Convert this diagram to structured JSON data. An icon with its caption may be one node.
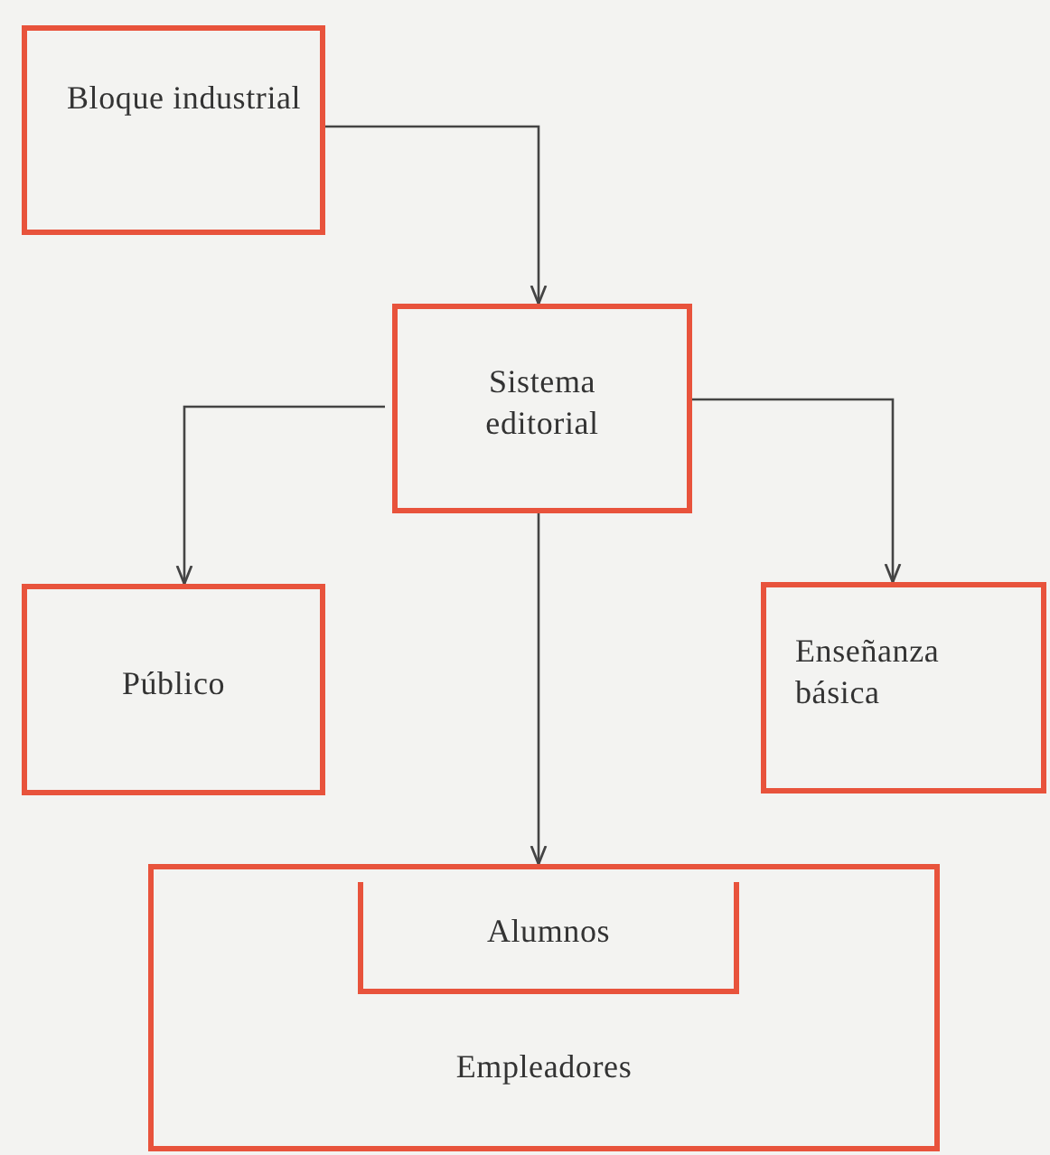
{
  "diagram": {
    "nodes": [
      {
        "text": [
          "Bloque industrial"
        ]
      },
      {
        "text": [
          "Sistema editorial"
        ]
      },
      {
        "text": [
          "Público"
        ]
      },
      {
        "text": [
          "Enseñanza básica"
        ]
      },
      {
        "text": [
          "Empleadores"
        ]
      },
      {
        "text": [
          "Alumnos"
        ],
        "in": 4
      }
    ],
    "edges": [
      {
        "from": 0,
        "to": 1,
        "arrow": "to"
      },
      {
        "from": 1,
        "to": 2,
        "arrow": "to"
      },
      {
        "from": 1,
        "to": 3,
        "arrow": "to"
      },
      {
        "from": 1,
        "to": 4,
        "arrow": "to"
      }
    ]
  }
}
